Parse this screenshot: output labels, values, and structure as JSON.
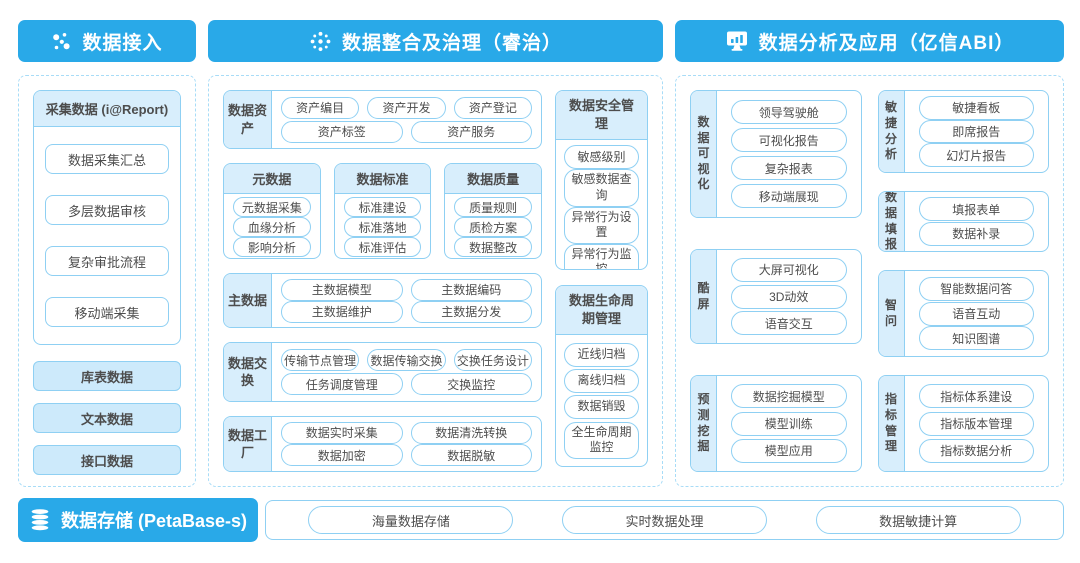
{
  "colors": {
    "header_blue": "#29a9e8",
    "light_blue_fill": "#d8eefc",
    "source_fill": "#cdeafb",
    "border_blue": "#8fd0f3",
    "text": "#4d4d4d"
  },
  "ingest": {
    "title": "数据接入",
    "icon": "network-dots-icon",
    "collect": {
      "title": "采集数据 (i@Report)",
      "items": [
        "数据采集汇总",
        "多层数据审核",
        "复杂审批流程",
        "移动端采集"
      ]
    },
    "sources": [
      "库表数据",
      "文本数据",
      "接口数据"
    ]
  },
  "governance": {
    "title": "数据整合及治理（睿治）",
    "icon": "dot-cluster-icon",
    "asset_row": {
      "label": "数据资产",
      "row1": [
        "资产编目",
        "资产开发",
        "资产登记"
      ],
      "row2": [
        "资产标签",
        "资产服务"
      ]
    },
    "columns": [
      {
        "title": "元数据",
        "items": [
          "元数据采集",
          "血缘分析",
          "影响分析"
        ]
      },
      {
        "title": "数据标准",
        "items": [
          "标准建设",
          "标准落地",
          "标准评估"
        ]
      },
      {
        "title": "数据质量",
        "items": [
          "质量规则",
          "质检方案",
          "数据整改"
        ]
      }
    ],
    "master_row": {
      "label": "主数据",
      "row1": [
        "主数据模型",
        "主数据编码"
      ],
      "row2": [
        "主数据维护",
        "主数据分发"
      ]
    },
    "exchange_row": {
      "label": "数据交换",
      "row1": [
        "传输节点管理",
        "数据传输交换",
        "交换任务设计"
      ],
      "row2": [
        "任务调度管理",
        "交换监控"
      ]
    },
    "factory_row": {
      "label": "数据工厂",
      "row1": [
        "数据实时采集",
        "数据清洗转换"
      ],
      "row2": [
        "数据加密",
        "数据脱敏"
      ]
    },
    "security": {
      "title": "数据安全管理",
      "items": [
        "敏感级别",
        "敏感数据查询",
        "异常行为设置",
        "异常行为监控"
      ]
    },
    "lifecycle": {
      "title": "数据生命周期管理",
      "items": [
        "近线归档",
        "离线归档",
        "数据销毁",
        "全生命周期监控"
      ]
    }
  },
  "analysis": {
    "title": "数据分析及应用（亿信ABI）",
    "icon": "monitor-chart-icon",
    "left_blocks": [
      {
        "label": "数据可视化",
        "items": [
          "领导驾驶舱",
          "可视化报告",
          "复杂报表",
          "移动端展现"
        ]
      },
      {
        "label": "酷屏",
        "items": [
          "大屏可视化",
          "3D动效",
          "语音交互"
        ]
      },
      {
        "label": "预测挖掘",
        "items": [
          "数据挖掘模型",
          "模型训练",
          "模型应用"
        ]
      }
    ],
    "right_blocks": [
      {
        "label": "敏捷分析",
        "items": [
          "敏捷看板",
          "即席报告",
          "幻灯片报告"
        ]
      },
      {
        "label": "数据填报",
        "items": [
          "填报表单",
          "数据补录"
        ]
      },
      {
        "label": "智问",
        "items": [
          "智能数据问答",
          "语音互动",
          "知识图谱"
        ]
      },
      {
        "label": "指标管理",
        "items": [
          "指标体系建设",
          "指标版本管理",
          "指标数据分析"
        ]
      }
    ]
  },
  "storage": {
    "title": "数据存储 (PetaBase-s)",
    "icon": "database-icon",
    "items": [
      "海量数据存储",
      "实时数据处理",
      "数据敏捷计算"
    ]
  }
}
